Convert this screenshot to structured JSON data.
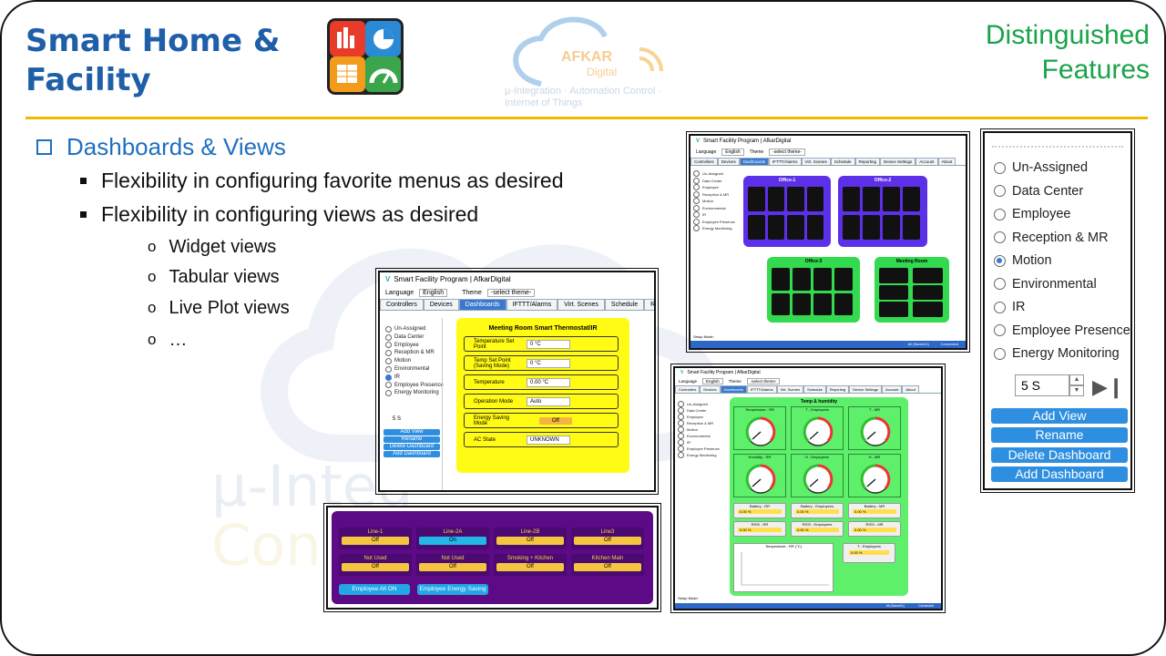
{
  "slide": {
    "title": "Smart Home & Facility",
    "features": "Distinguished Features",
    "section": "Dashboards & Views",
    "bullets": [
      "Flexibility in configuring favorite menus as desired",
      "Flexibility in configuring views as desired"
    ],
    "subbullets": [
      "Widget views",
      "Tabular views",
      "Live Plot views",
      "…"
    ],
    "logo_name": "AFKAR",
    "logo_sub": "Digital",
    "logo_tag": "µ-Integration · Automation Control · Internet of Things",
    "watermark_1": "µ-Integ",
    "watermark_2": "Con"
  },
  "app": {
    "window_title": "Smart Facility Program | AfkarDigital",
    "language_label": "Language",
    "language_value": "English",
    "theme_label": "Theme",
    "theme_value": "-select theme-",
    "tabs": [
      "Controllers",
      "Devices",
      "Dashboards",
      "IFTTT/Alarms",
      "Virt. Scenes",
      "Schedule",
      "Reporting"
    ],
    "tabs_full": [
      "Controllers",
      "Devices",
      "Dashboards",
      "IFTTT/Alarms",
      "Virt. Scenes",
      "Schedule",
      "Reporting",
      "Device Settings",
      "Account",
      "About"
    ],
    "categories": [
      "Un-Assigned",
      "Data Center",
      "Employee",
      "Reception & MR",
      "Motion",
      "Environmental",
      "IR",
      "Employee Presence",
      "Energy Monitoring"
    ],
    "interval": "5 S",
    "buttons": [
      "Add View",
      "Rename",
      "Delete Dashboard",
      "Add Dashboard"
    ],
    "setup_mode": "Setup Mode:",
    "status_all": "All (Name01)",
    "status_conn": "Connected"
  },
  "thermostat": {
    "title": "Meeting Room Smart Thermostat/IR",
    "rows": [
      {
        "label": "Temperature Set Point",
        "value": "0 °C"
      },
      {
        "label": "Temp Set Point (Saving Mode)",
        "value": "0 °C"
      },
      {
        "label": "Temperature",
        "value": "0.00 °C"
      },
      {
        "label": "Operation Mode",
        "value": "Auto"
      },
      {
        "label": "Energy Saving Mode",
        "value": "Off"
      },
      {
        "label": "AC State",
        "value": "UNKNOWN"
      }
    ]
  },
  "switches": {
    "tiles": [
      {
        "label": "Line-1",
        "value": "Off"
      },
      {
        "label": "Line-2A",
        "value": "On"
      },
      {
        "label": "Line-2B",
        "value": "Off"
      },
      {
        "label": "Line3",
        "value": "Off"
      },
      {
        "label": "Not Used",
        "value": "Off"
      },
      {
        "label": "Not Used",
        "value": "Off"
      },
      {
        "label": "Smoking + Kitchen",
        "value": "Off"
      },
      {
        "label": "Kitchen Main",
        "value": "Off"
      }
    ],
    "buttons": [
      "Employee All ON",
      "Employee Energy Saving"
    ]
  },
  "offices": {
    "panels": [
      "Office-1",
      "Office-2",
      "Office-3",
      "Meeting Room"
    ]
  },
  "temp": {
    "title": "Temp & humidity",
    "gauges": [
      "Temperature - RR",
      "T - Employees",
      "T - MR",
      "Humidity - RR",
      "H - Employees",
      "H - MR"
    ],
    "batteries": [
      "Battery - RR",
      "Battery - Employees",
      "Battery - MR"
    ],
    "rssi": [
      "RSSI - RR",
      "RSSI - Employees",
      "RSSI - MR"
    ],
    "chart_title": "Temperature - RR (°C)",
    "small_value": "0.00 %",
    "t_emp": "T - Employees"
  },
  "colors": {
    "title": "#1f5fa8",
    "features": "#1aa34a",
    "rule": "#f2b800",
    "accent": "#2e8fe0"
  }
}
